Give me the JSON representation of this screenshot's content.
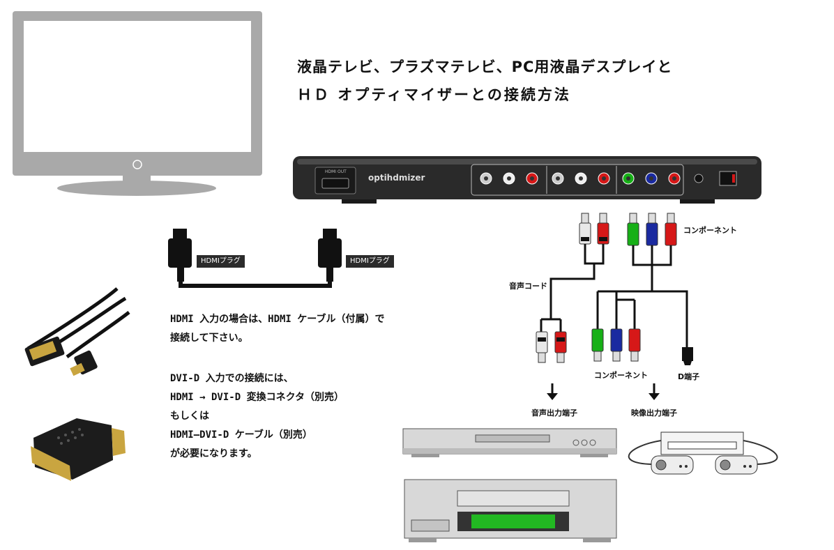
{
  "title": {
    "line1": "液晶テレビ、プラズマテレビ、PC用液晶デスプレイと",
    "line2": "ＨＤ オプティマイザーとの接続方法"
  },
  "device": {
    "brand": "optihdmizer",
    "hdmi_out": "HDMI OUT"
  },
  "hdmi_cable": {
    "left_plug_label": "HDMIプラグ",
    "right_plug_label": "HDMIプラグ"
  },
  "instructions": {
    "p1_line1": "HDMI 入力の場合は、HDMI ケーブル（付属）で",
    "p1_line2": "接続して下さい。",
    "p2_line1": "DVI-D 入力での接続には、",
    "p2_line2": "HDMI → DVI-D 変換コネクタ（別売）",
    "p2_line3": "もしくは",
    "p2_line4": "HDMI―DVI-D ケーブル（別売）",
    "p2_line5": "が必要になります。"
  },
  "cable_labels": {
    "component_top": "コンポーネント",
    "audio_cord": "音声コード",
    "component_bottom": "コンポーネント",
    "d_terminal": "D端子",
    "audio_out": "音声出力端子",
    "video_out": "映像出力端子"
  },
  "colors": {
    "tv_gray": "#a9a9a9",
    "plug_green": "#17b017",
    "plug_blue": "#1a2aa0",
    "plug_red": "#d61818",
    "vcr_screen": "#22b822",
    "device_body": "#2a2a2a"
  }
}
